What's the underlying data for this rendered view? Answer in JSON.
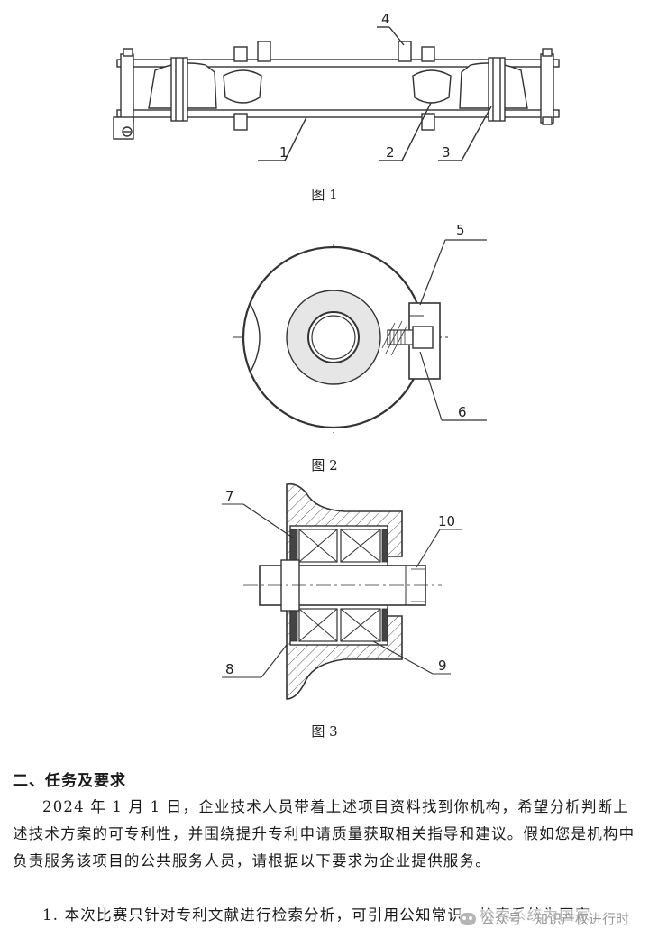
{
  "figure1": {
    "caption": "图 1",
    "callouts": [
      "1",
      "2",
      "3",
      "4"
    ]
  },
  "figure2": {
    "caption": "图 2",
    "callouts": [
      "5",
      "6"
    ]
  },
  "figure3": {
    "caption": "图 3",
    "callouts": [
      "7",
      "8",
      "9",
      "10"
    ]
  },
  "section": {
    "heading": "二、任务及要求",
    "paragraph1": "2024 年 1 月 1 日，企业技术人员带着上述项目资料找到你机构，希望分析判断上述技术方案的可专利性，并围绕提升专利申请质量获取相关指导和建议。假如您是机构中负责服务该项目的公共服务人员，请根据以下要求为企业提供服务。",
    "paragraph2": "1. 本次比赛只针对专利文献进行检索分析，可引用公知常识。检索系统为国家"
  },
  "watermark": {
    "text": "公众号 · 知识产权进行时",
    "icon": "wechat-icon"
  }
}
